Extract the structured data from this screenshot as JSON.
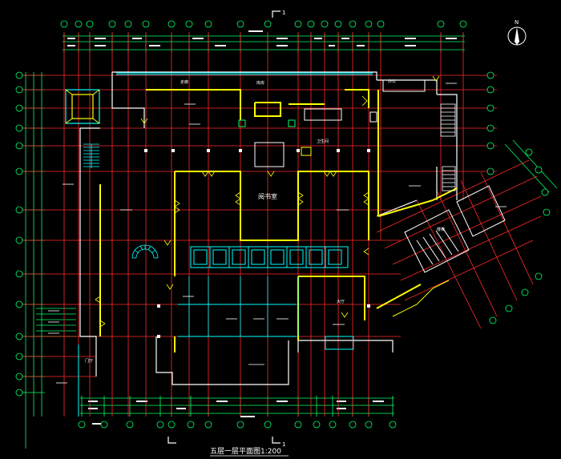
{
  "drawing": {
    "title": "五层一层平面图1:200",
    "north_label": "N",
    "section_mark_top": "1",
    "section_mark_bottom": "1",
    "room_labels": {
      "reading_hall": "阅书室",
      "corridor": "走廊",
      "stair_room": "楼梯",
      "lobby": "大厅",
      "store": "库房",
      "office": "办公",
      "wc": "卫生间",
      "hall_left": "门厅"
    },
    "colors": {
      "background": "#000000",
      "grid_red": "#ff2a2a",
      "wall_white": "#ffffff",
      "wall_yellow": "#ffff00",
      "dim_green": "#00ff66",
      "window_cyan": "#00ffff",
      "text_white": "#ffffff"
    }
  }
}
